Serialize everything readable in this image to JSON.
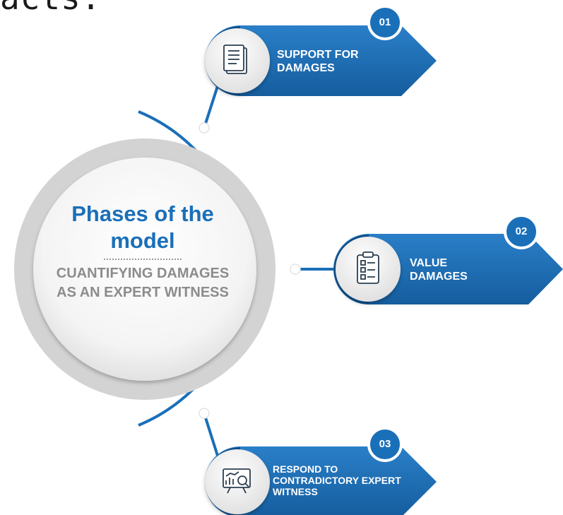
{
  "header": {
    "partial_text": "acts."
  },
  "center": {
    "title": "Phases of the model",
    "subtitle": "CUANTIFYING DAMAGES AS AN EXPERT WITNESS"
  },
  "phases": [
    {
      "number": "01",
      "label": "SUPPORT FOR DAMAGES",
      "icon": "document-icon"
    },
    {
      "number": "02",
      "label": "VALUE DAMAGES",
      "icon": "checklist-clipboard-icon"
    },
    {
      "number": "03",
      "label": "RESPOND TO CONTRADICTORY EXPERT WITNESS",
      "icon": "presentation-chart-icon"
    }
  ],
  "colors": {
    "primary_blue": "#1a6fb9",
    "dark_blue": "#0f4f8a",
    "gray_text": "#8c8c8c",
    "ring_gray": "#d3d3d3"
  }
}
